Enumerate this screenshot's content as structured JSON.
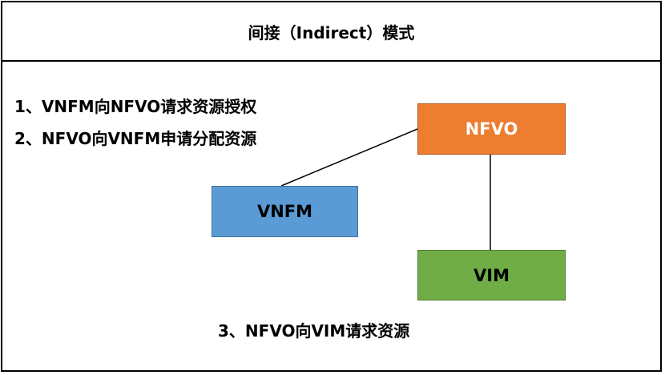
{
  "header": {
    "title": "间接（Indirect）模式"
  },
  "steps": [
    "1、VNFM向NFVO请求资源授权",
    "2、NFVO向VNFM申请分配资源",
    "3、NFVO向VIM请求资源"
  ],
  "nodes": {
    "nfvo": {
      "label": "NFVO",
      "color": "#ed7d31"
    },
    "vnfm": {
      "label": "VNFM",
      "color": "#5b9bd5"
    },
    "vim": {
      "label": "VIM",
      "color": "#70ad47"
    }
  },
  "connections": [
    {
      "from": "nfvo",
      "to": "vnfm"
    },
    {
      "from": "nfvo",
      "to": "vim"
    }
  ]
}
